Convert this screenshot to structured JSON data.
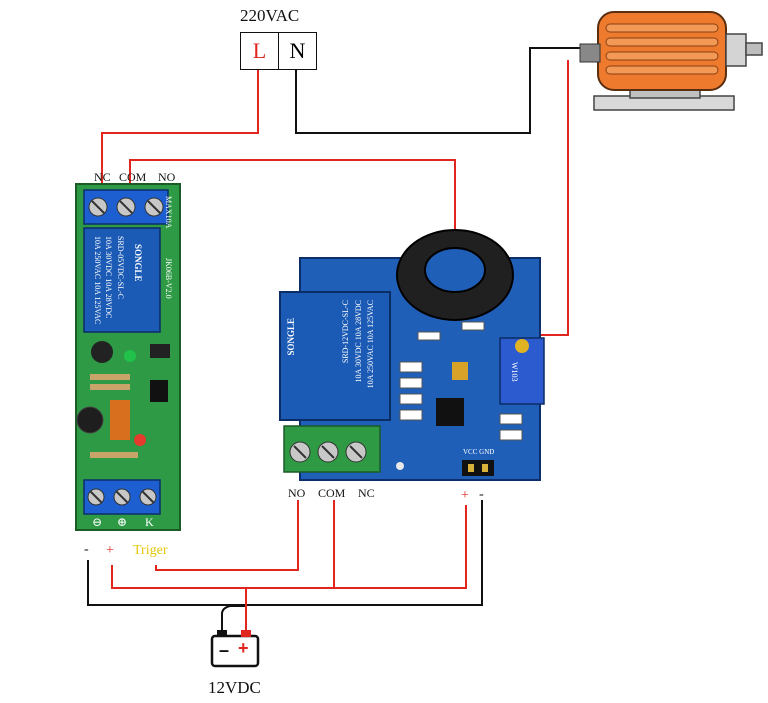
{
  "supply": {
    "label": "220VAC",
    "live": "L",
    "neutral": "N"
  },
  "delay_relay": {
    "terminals": {
      "nc": "NC",
      "com": "COM",
      "no": "NO"
    },
    "bottom_terminals": [
      "⊖",
      "⊕",
      "K"
    ],
    "relay_text": [
      "10A 250VAC  10A 125VAC",
      "10A 30VDC  10A 28VDC",
      "SRD-05VDC-SL-C"
    ],
    "brand": "SONGLE",
    "board_id": "JK06B-V2.0",
    "max_rating": "MAX10A"
  },
  "current_sensor": {
    "terminals": {
      "no": "NO",
      "com": "COM",
      "nc": "NC"
    },
    "power_terminals": {
      "plus": "+",
      "minus": "-"
    },
    "relay_text": [
      "10A 250VAC  10A 125VAC",
      "10A 30VDC  10A 28VDC",
      "SRD-12VDC-SL-C"
    ],
    "brand": "SONGLE",
    "pot_label": "W103",
    "header_label": "VCC GND"
  },
  "power": {
    "minus": "-",
    "plus": "+",
    "trigger": "Triger",
    "battery_label": "12VDC"
  },
  "colors": {
    "wire_red": "#e0261f",
    "wire_black": "#111111",
    "trigger": "#e6c60a",
    "pcb_green": "#2e9a45",
    "pcb_blue": "#1f5fb8",
    "relay_blue": "#1c5bb5",
    "motor_orange": "#ee7a2e"
  }
}
